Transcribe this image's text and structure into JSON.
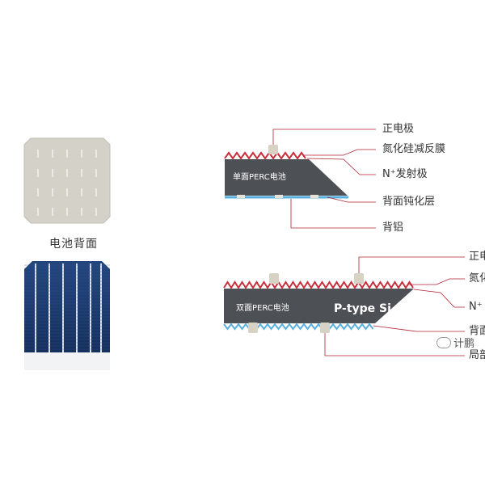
{
  "cell_back_label": "电池背面",
  "mono": {
    "cell_label": "单面PERC电池",
    "callouts": [
      "正电极",
      "氮化硅减反膜",
      "N⁺发射极",
      "背面钝化层",
      "背铝"
    ]
  },
  "bifacial": {
    "cell_label": "双面PERC电池",
    "substrate_label": "P-type Si",
    "callouts": [
      "正电",
      "氮化",
      "N⁺",
      "背面",
      "局部"
    ]
  },
  "watermark": "计鹏",
  "colors": {
    "silicon": "#4d5156",
    "nitride": "#c8313c",
    "passivation": "#5ab0de",
    "electrode": "#d7d2c4",
    "leader": "#b02231",
    "cell_back_gray": "#d4d1c8",
    "cell_front_blue": "#1c3a6e"
  }
}
